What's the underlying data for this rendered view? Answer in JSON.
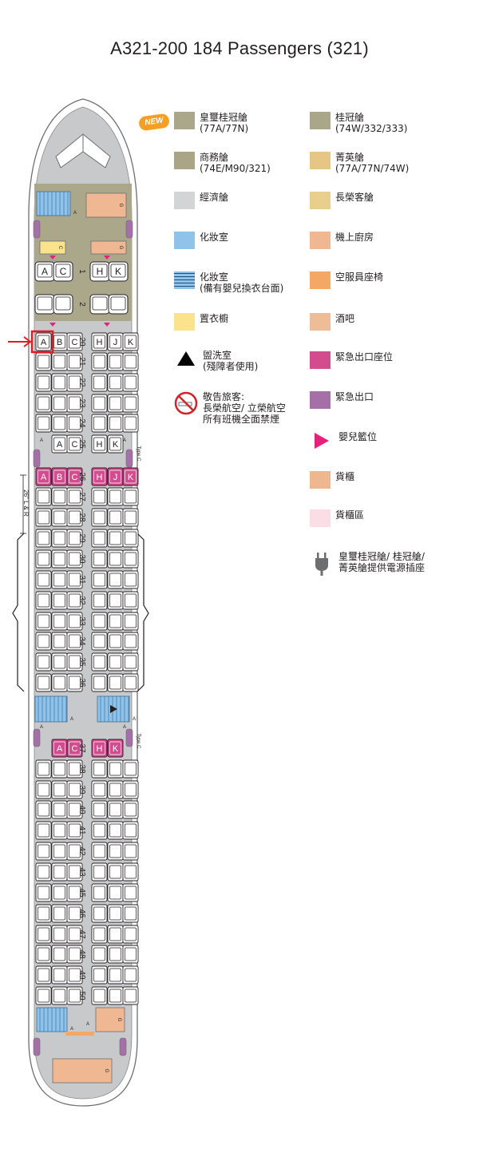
{
  "title": "A321-200 184 Passengers (321)",
  "colors": {
    "fuselage": "#c8c9cb",
    "outline": "#6d6e70",
    "premium_cabin": "#aba78a",
    "lavatory": "#8fc3ea",
    "galley": "#f0b892",
    "wardrobe": "#fbe38d",
    "exit_row": "#d34c8d",
    "exit_door": "#a56fa7",
    "bassinet": "#e7217b",
    "new_badge": "#f6a021",
    "pointer": "#e21b23"
  },
  "legend": {
    "new_badge": "NEW",
    "left": [
      {
        "label": "皇璽桂冠艙\n(77A/77N)",
        "color": "#aba78a"
      },
      {
        "label": "商務艙\n(74E/M90/321)",
        "color": "#a9a586"
      },
      {
        "label": "經濟艙",
        "color": "#d3d4d6"
      },
      {
        "label": "化妝室",
        "color": "#8fc3ea"
      },
      {
        "label": "化妝室\n(備有嬰兒換衣台面)",
        "color": "#8fc3ea",
        "striped": true
      },
      {
        "label": "置衣櫥",
        "color": "#fbe38d"
      },
      {
        "label": "盥洗室\n(殘障者使用)",
        "icon": "triangle-icon"
      },
      {
        "label": "敬告旅客:\n長榮航空/ 立榮航空\n所有班機全面禁煙",
        "icon": "no-smoking-icon"
      }
    ],
    "right": [
      {
        "label": "桂冠艙\n(74W/332/333)",
        "color": "#aaa689"
      },
      {
        "label": "菁英艙\n(77A/77N/74W)",
        "color": "#e6c684"
      },
      {
        "label": "長榮客艙",
        "color": "#e8cf8e"
      },
      {
        "label": "機上廚房",
        "color": "#f0b892"
      },
      {
        "label": "空服員座椅",
        "color": "#f3a965"
      },
      {
        "label": "酒吧",
        "color": "#efbc98"
      },
      {
        "label": "緊急出口座位",
        "color": "#d34c8d"
      },
      {
        "label": "緊急出口",
        "color": "#a56fa7"
      },
      {
        "label": "嬰兒籃位",
        "icon": "bassinet-triangle-icon"
      },
      {
        "label": "貨櫃",
        "color": "#efb78f"
      },
      {
        "label": "貨櫃區",
        "color": "#fbdde6"
      },
      {
        "label": "皇璽桂冠艙/ 桂冠艙/\n菁英艙提供電源插座",
        "icon": "power-plug-icon"
      }
    ]
  },
  "business": {
    "rows": [
      "1",
      "2"
    ],
    "row1_left": [
      "A",
      "C"
    ],
    "row1_right": [
      "H",
      "K"
    ]
  },
  "economy": {
    "rows": [
      "20",
      "21",
      "22",
      "23",
      "24",
      "25",
      "26",
      "27",
      "28",
      "29",
      "30",
      "31",
      "32",
      "33",
      "34",
      "35",
      "36",
      "37",
      "38",
      "39",
      "40",
      "41",
      "42",
      "43",
      "45",
      "46",
      "47",
      "48",
      "49",
      "50"
    ],
    "row20_left": [
      "A",
      "B",
      "C"
    ],
    "row20_right": [
      "H",
      "J",
      "K"
    ],
    "row25_left": [
      "A",
      "C"
    ],
    "row25_right": [
      "H",
      "K"
    ],
    "row26_left": [
      "A",
      "B",
      "C"
    ],
    "row26_right": [
      "H",
      "J",
      "K"
    ],
    "row37_left": [
      "A",
      "C"
    ],
    "row37_right": [
      "H",
      "K"
    ]
  },
  "labels": {
    "door_type": "Type C",
    "seat_pitch": "26\" L & R",
    "lav_code": "A",
    "galley_code": "G",
    "wardrobe_code": "C"
  }
}
